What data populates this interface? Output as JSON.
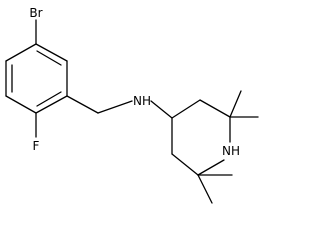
{
  "atom_labels": {
    "bromine": "Br",
    "fluorine": "F",
    "amine_nitrogen": "NH",
    "ring_nitrogen": "NH"
  },
  "colors": {
    "bond": "#000000",
    "text": "#000000",
    "background": "#ffffff"
  }
}
